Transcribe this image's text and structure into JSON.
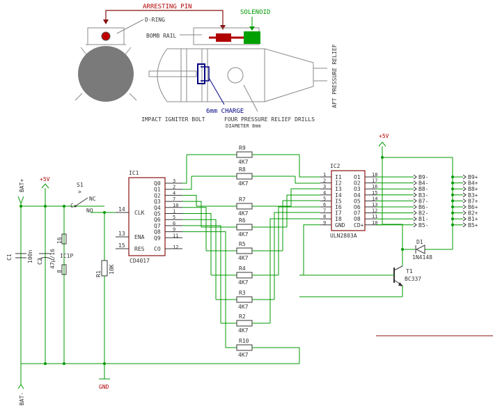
{
  "bomb": {
    "arresting_pin": "ARRESTING PIN",
    "d_ring": "D-RING",
    "solenoid": "SOLENOID",
    "bomb_rail": "BOMB RAIL",
    "aft_pressure_relief": "AFT PRESSURE RELIEF",
    "charge": "6mm CHARGE",
    "impact_igniter": "IMPACT IGNITER BOLT",
    "relief_drills": "FOUR PRESSURE RELIEF DRILLS",
    "diameter": "DIAMETER 8mm"
  },
  "power": {
    "bat_plus": "BAT+",
    "bat_minus": "BAT-",
    "vcc_left": "+5V",
    "vcc_right": "+5V",
    "gnd": "GND",
    "c1_name": "C1",
    "c1_value": "100n",
    "c2_name": "C2",
    "c2_value": "47µ/16",
    "ic1p": "IC1P",
    "pin16": "16",
    "pin8": "8"
  },
  "switch": {
    "name": "S1",
    "c": "C",
    "nc": "NC",
    "no": "NO"
  },
  "r1": {
    "name": "R1",
    "value": "10K"
  },
  "ic1": {
    "name": "IC1",
    "part": "CD4017",
    "left_pins": [
      {
        "num": "14",
        "label": "CLK"
      },
      {
        "num": "13",
        "label": "ENA"
      },
      {
        "num": "15",
        "label": "RES"
      }
    ],
    "outputs": [
      "Q0",
      "Q1",
      "Q2",
      "Q3",
      "Q4",
      "Q5",
      "Q6",
      "Q7",
      "Q8",
      "Q9"
    ],
    "output_pins": [
      "3",
      "2",
      "4",
      "7",
      "10",
      "1",
      "5",
      "6",
      "9",
      "11"
    ],
    "co": "CO",
    "co_pin": "12"
  },
  "resistors": [
    {
      "name": "R9",
      "value": "4K7"
    },
    {
      "name": "R8",
      "value": "4K7"
    },
    {
      "name": "R7",
      "value": "4K7"
    },
    {
      "name": "R6",
      "value": "4K7"
    },
    {
      "name": "R5",
      "value": "4K7"
    },
    {
      "name": "R4",
      "value": "4K7"
    },
    {
      "name": "R3",
      "value": "4K7"
    },
    {
      "name": "R2",
      "value": "4K7"
    },
    {
      "name": "R10",
      "value": "4K7"
    }
  ],
  "ic2": {
    "name": "IC2",
    "part": "ULN2803A",
    "inputs": [
      "I1",
      "I2",
      "I3",
      "I4",
      "I5",
      "I6",
      "I7",
      "I8",
      "GND"
    ],
    "input_pins": [
      "1",
      "2",
      "3",
      "4",
      "5",
      "6",
      "7",
      "8",
      "9"
    ],
    "outputs": [
      "O1",
      "O2",
      "O3",
      "O4",
      "O5",
      "O6",
      "O7",
      "O8",
      "CD+"
    ],
    "output_pins": [
      "18",
      "17",
      "16",
      "15",
      "14",
      "13",
      "12",
      "11",
      "10"
    ]
  },
  "connectors_minus": [
    "B9-",
    "B4-",
    "B8-",
    "B3-",
    "B7-",
    "B6-",
    "B2-",
    "B1-",
    "B5-"
  ],
  "connectors_plus": [
    "B9+",
    "B4+",
    "B8+",
    "B3+",
    "B7+",
    "B6+",
    "B2+",
    "B1+",
    "B5+"
  ],
  "diode": {
    "name": "D1",
    "part": "1N4148"
  },
  "transistor": {
    "name": "T1",
    "part": "BC337"
  },
  "colors": {
    "wire": "#009900",
    "ink": "#333333",
    "accent": "#b00000",
    "solenoid": "#00a000",
    "charge": "#000080"
  }
}
